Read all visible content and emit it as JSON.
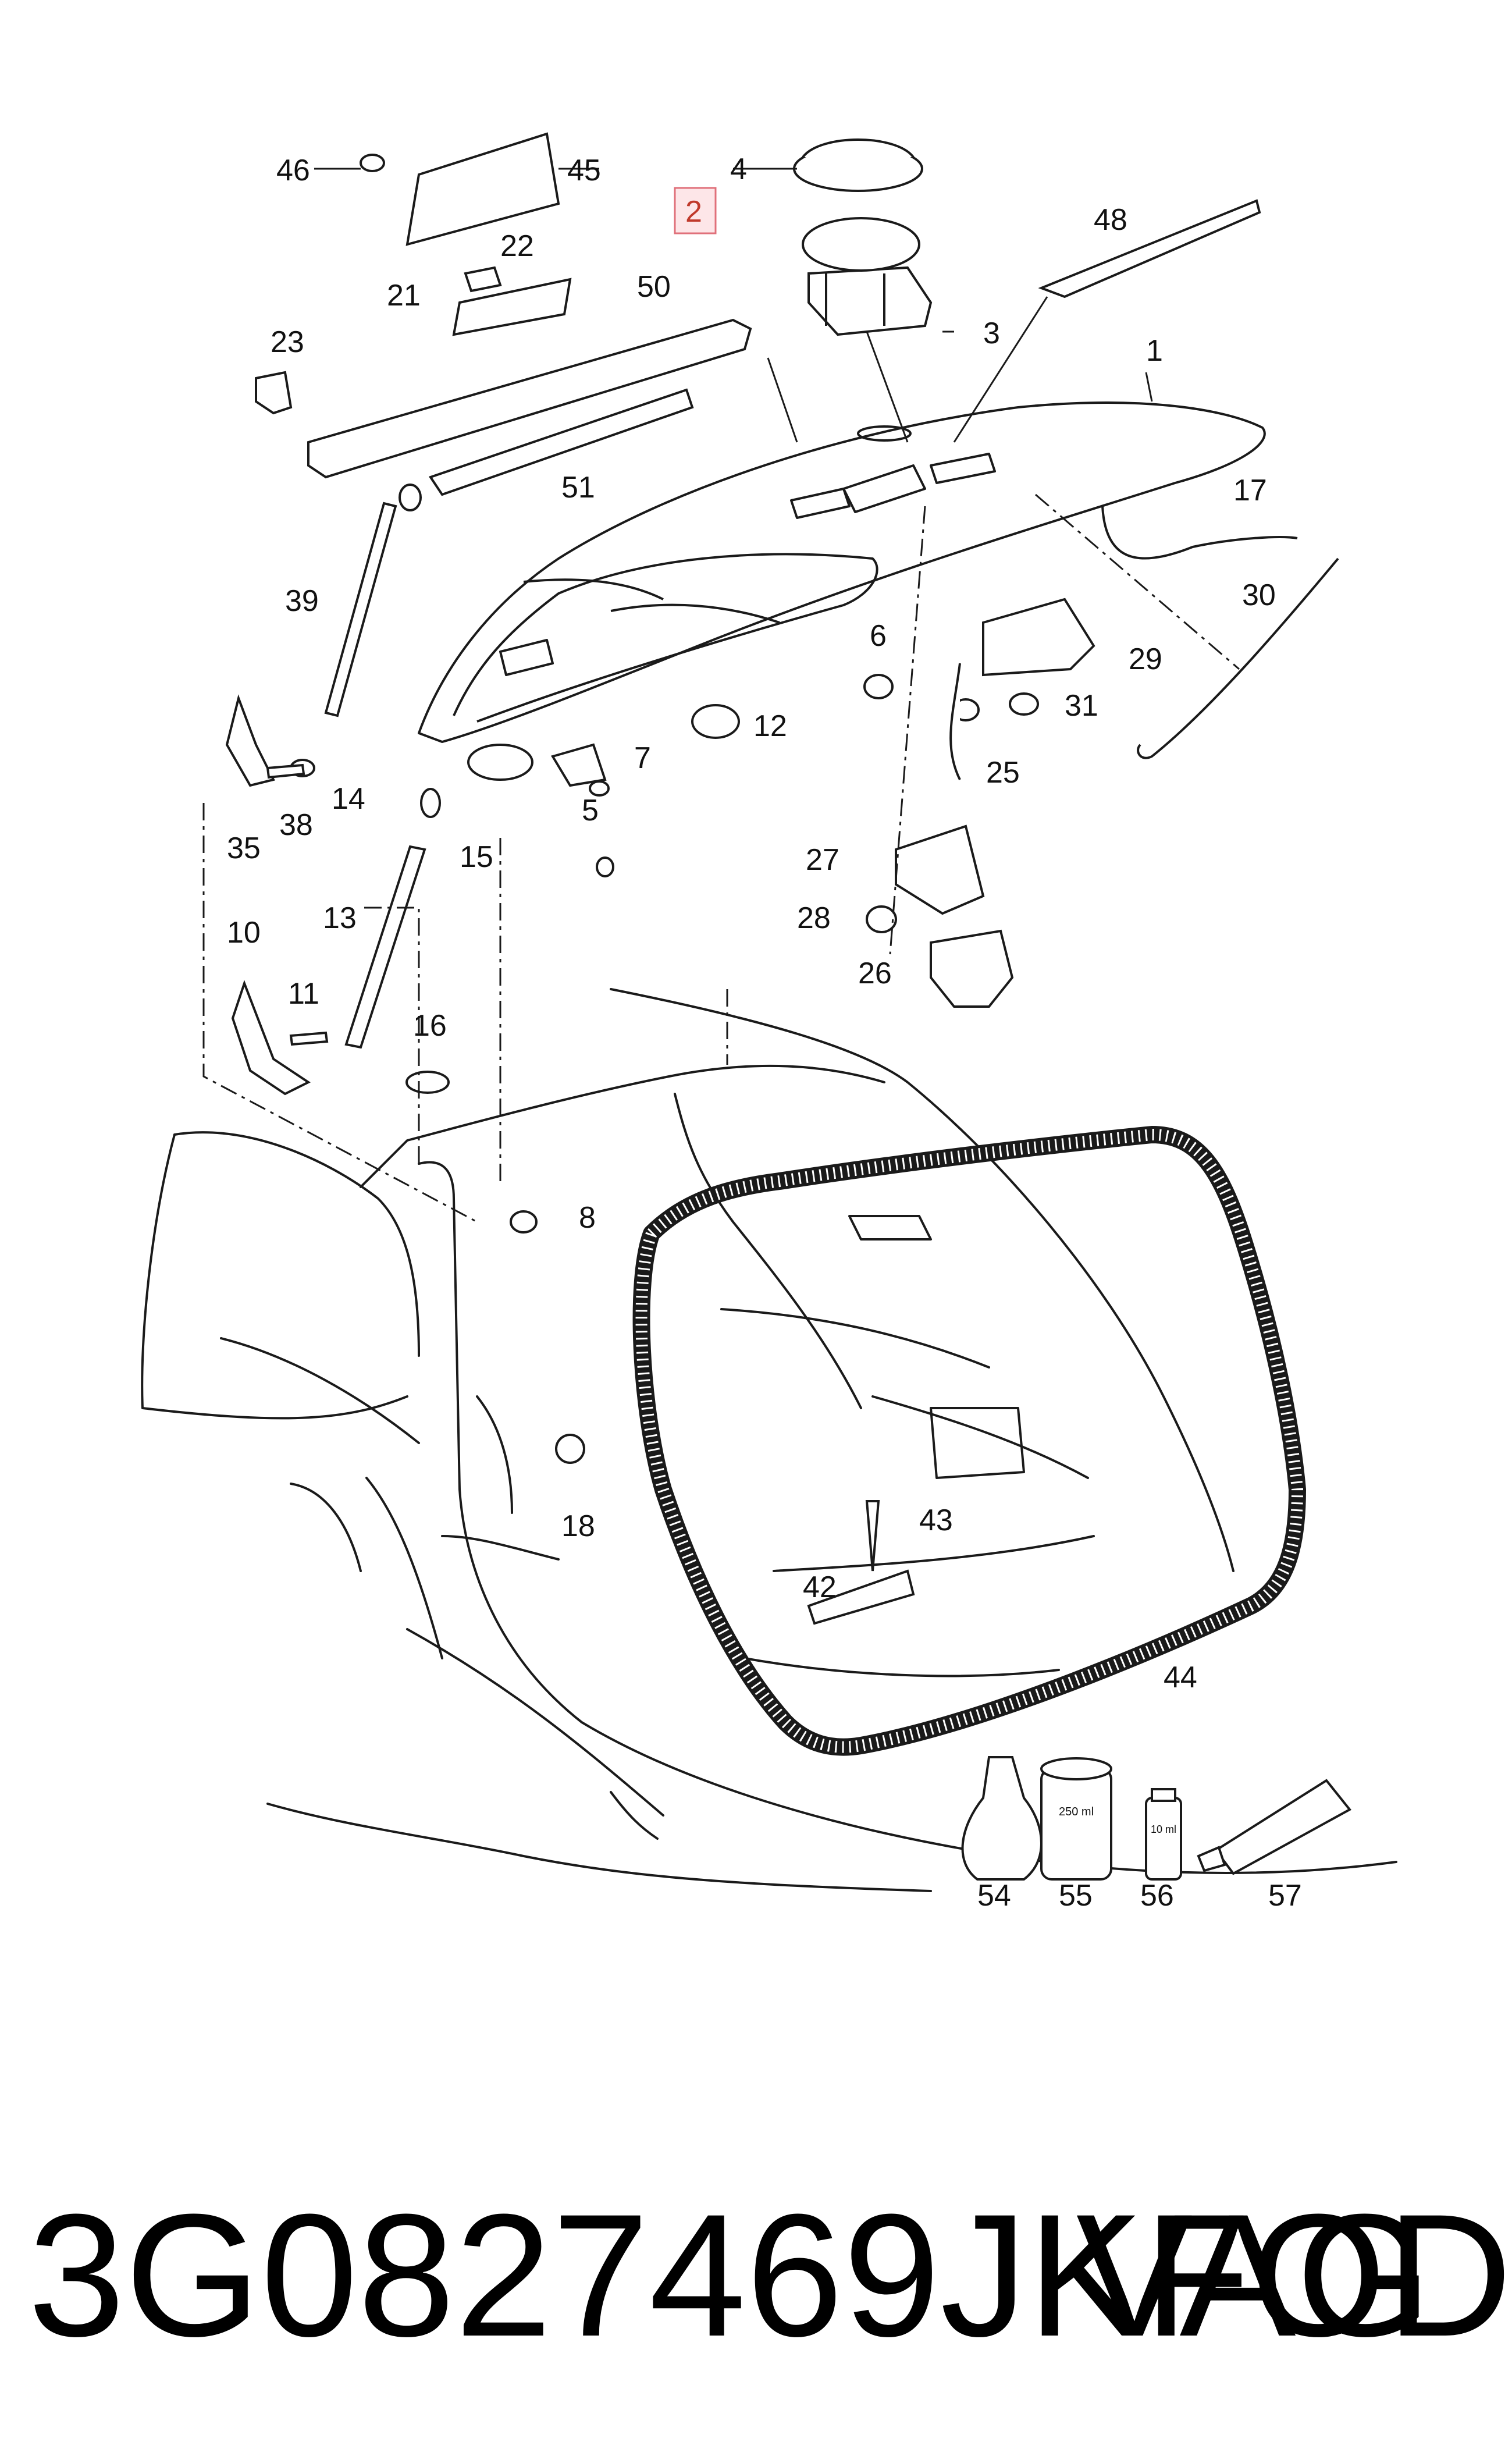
{
  "callouts": {
    "c1": "1",
    "c2": "2",
    "c3": "3",
    "c4": "4",
    "c5": "5",
    "c6": "6",
    "c7": "7",
    "c8": "8",
    "c10": "10",
    "c11": "11",
    "c12": "12",
    "c13": "13",
    "c14": "14",
    "c15": "15",
    "c16": "16",
    "c17": "17",
    "c18": "18",
    "c21": "21",
    "c22": "22",
    "c23": "23",
    "c25": "25",
    "c26": "26",
    "c27": "27",
    "c28": "28",
    "c29": "29",
    "c30": "30",
    "c31": "31",
    "c35": "35",
    "c38": "38",
    "c39": "39",
    "c42": "42",
    "c43": "43",
    "c44": "44",
    "c45": "45",
    "c46": "46",
    "c48": "48",
    "c50": "50",
    "c51": "51",
    "c54": "54",
    "c55": "55",
    "c56": "56",
    "c57": "57"
  },
  "highlighted_callout": "2",
  "product_labels": {
    "can_250": "250 ml",
    "bottle_10": "10 ml"
  },
  "footer": {
    "part_number": "3G0827469JKFOD",
    "brand": "VAG"
  },
  "colors": {
    "line": "#1a1a1a",
    "highlight_border": "#e0707a",
    "highlight_fill": "#fde6e8",
    "background": "#ffffff"
  }
}
